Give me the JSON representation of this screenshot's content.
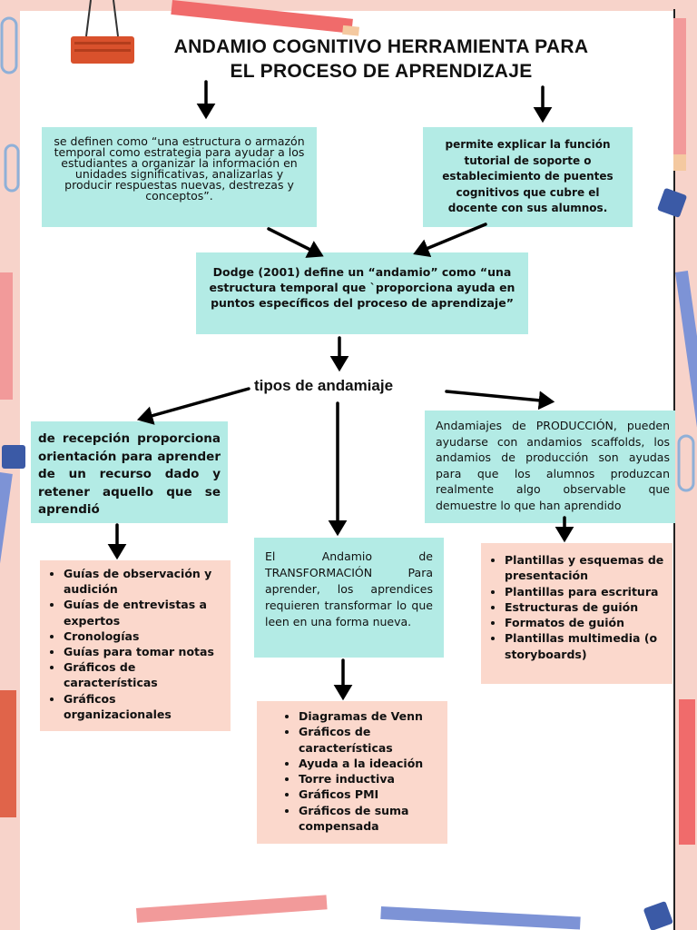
{
  "title": {
    "line1": "ANDAMIO COGNITIVO HERRAMIENTA PARA",
    "line2": "EL PROCESO DE APRENDIZAJE"
  },
  "top_left_box": "se definen como “una estructura o armazón temporal como estrategia para ayudar a los estudiantes a organizar la información en unidades significativas, analizarlas y producir respuestas nuevas, destrezas y conceptos”.",
  "top_right_box": "permite explicar la función tutorial de soporte o establecimiento de puentes cognitivos que cubre el docente con sus alumnos.",
  "definition_box": "Dodge (2001) define un “andamio” como “una estructura temporal que `proporciona ayuda en puntos específicos del proceso de aprendizaje”",
  "tipos_label": "tipos de andamiaje",
  "recepcion_box": "de recepción proporciona orientación para aprender de un recurso dado y retener aquello que se aprendió",
  "transformacion_box": "El Andamio de TRANSFORMACIÓN Para aprender, los aprendices requieren transformar lo que leen en una forma nueva.",
  "produccion_box": "Andamiajes de PRODUCCIÓN, pueden ayudarse con andamios scaffolds, los andamios de producción son ayudas para que los alumnos produzcan realmente algo observable que demuestre lo que han aprendido",
  "recepcion_list": [
    "Guías de observación y audición",
    "Guías de entrevistas a expertos",
    "Cronologías",
    "Guías para tomar notas",
    "Gráficos de características",
    "Gráficos organizacionales"
  ],
  "transformacion_list": [
    "Diagramas de Venn",
    "Gráficos de características",
    "Ayuda a la ideación",
    "Torre inductiva",
    "Gráficos PMI",
    "Gráficos de suma compensada"
  ],
  "produccion_list": [
    "Plantillas y esquemas de presentación",
    "Plantillas para escritura",
    " Estructuras de guión",
    "Formatos de guión",
    "Plantillas multimedia (o storyboards)"
  ],
  "colors": {
    "teal": "#b3ebe5",
    "peach": "#fbd8cc",
    "background": "#f7d3ca",
    "clip": "#d9512c"
  }
}
